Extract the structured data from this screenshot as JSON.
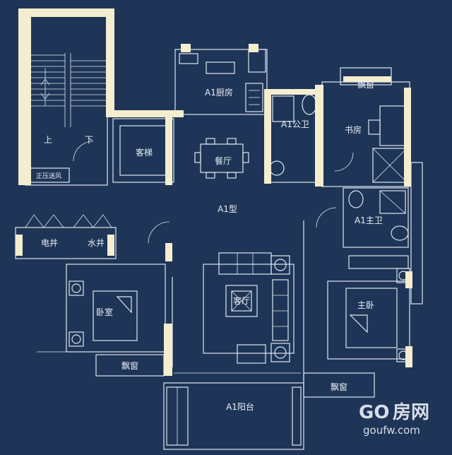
{
  "rooms": {
    "kitchen": "A1厨房",
    "dining": "餐厅",
    "public_bath": "A1公卫",
    "study": "书房",
    "elevator": "客梯",
    "stair_up": "上",
    "stair_down": "下",
    "pressure_vent": "正压送风",
    "type_label": "A1型",
    "master_bath": "A1主卫",
    "electric_shaft": "电井",
    "water_shaft": "水井",
    "bedroom": "卧室",
    "living": "客厅",
    "master_bedroom": "主卧",
    "bay_window_top": "飘窗",
    "bay_window_left": "飘窗",
    "bay_window_right": "飘窗",
    "balcony": "A1阳台"
  },
  "watermark": {
    "logo_go": "GO",
    "logo_cn": "房网",
    "url": "goufw.com"
  },
  "colors": {
    "background": "#1e3557",
    "wall": "#f4edcf",
    "line": "#dfe6ef"
  }
}
